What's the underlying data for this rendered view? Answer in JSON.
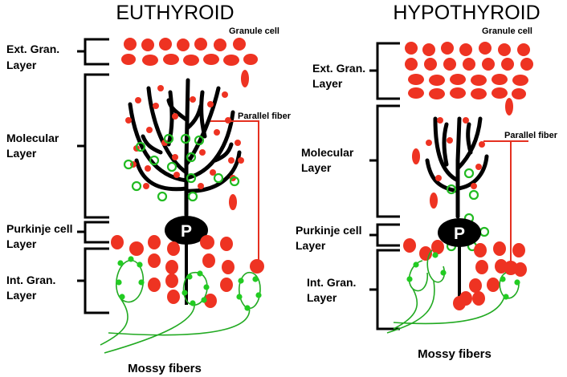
{
  "panels": [
    {
      "id": "euthyroid",
      "title": "EUTHYROID",
      "granule_label": "Granule cell",
      "parallel_fiber_label": "Parallel fiber",
      "purkinje_label": "P",
      "mossy_label": "Mossy fibers",
      "layers": [
        {
          "line1": "Ext. Gran.",
          "line2": "Layer"
        },
        {
          "line1": "Molecular",
          "line2": "Layer"
        },
        {
          "line1": "Purkinje cell",
          "line2": "Layer"
        },
        {
          "line1": "Int. Gran.",
          "line2": "Layer"
        }
      ]
    },
    {
      "id": "hypothyroid",
      "title": "HYPOTHYROID",
      "granule_label": "Granule cell",
      "parallel_fiber_label": "Parallel fiber",
      "purkinje_label": "P",
      "mossy_label": "Mossy fibers",
      "layers": [
        {
          "line1": "Ext. Gran.",
          "line2": "Layer"
        },
        {
          "line1": "Molecular",
          "line2": "Layer"
        },
        {
          "line1": "Purkinje cell",
          "line2": "Layer"
        },
        {
          "line1": "Int. Gran.",
          "line2": "Layer"
        }
      ]
    }
  ],
  "colors": {
    "granule": "#ee3322",
    "synapse": "#22bb22",
    "neuron": "#000000"
  }
}
